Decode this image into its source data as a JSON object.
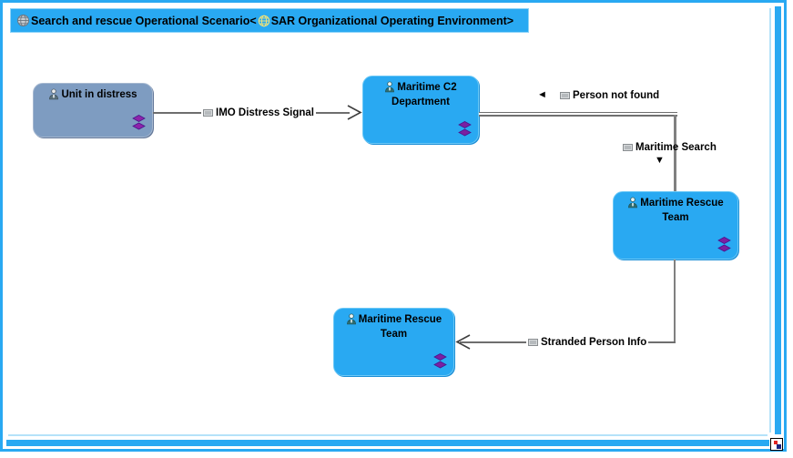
{
  "title_bar": {
    "text_before": "Search and rescue Operational Scenario<",
    "text_after": "SAR Organizational Operating Environment>"
  },
  "entities": [
    {
      "label": "Unit in distress"
    },
    {
      "label": "Maritime C2 Department"
    },
    {
      "label": "Maritime Rescue Team"
    },
    {
      "label": "Maritime Rescue Team"
    }
  ],
  "messages": [
    {
      "label": "IMO Distress Signal",
      "direction": "right"
    },
    {
      "label": "Person not found",
      "direction": "left"
    },
    {
      "label": "Maritime Search",
      "direction": "down"
    },
    {
      "label": "Stranded Person Info",
      "direction": "left"
    }
  ],
  "icons": {
    "triangle_left": "◄",
    "triangle_down": "▼"
  },
  "colors": {
    "accent_cyan": "#29a9f2",
    "entity_gray_blue": "#7e9cc1",
    "edge_gray": "#707070",
    "marker_purple": "#8e24aa"
  }
}
